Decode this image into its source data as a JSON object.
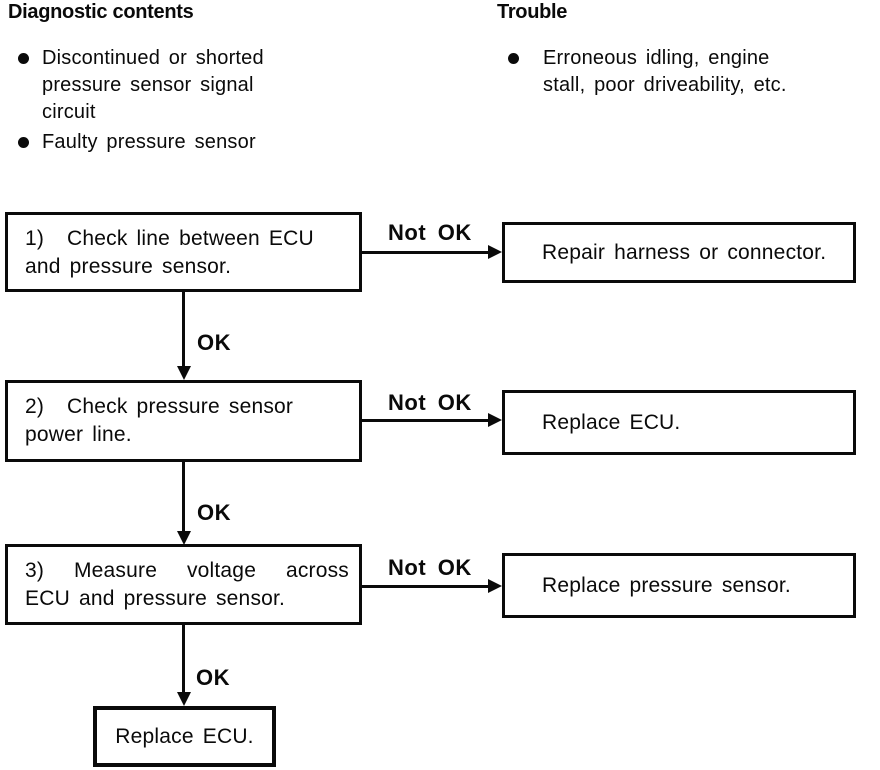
{
  "diagnostic_contents": {
    "title": "Diagnostic contents",
    "items": [
      "Discontinued or shorted pressure sensor signal circuit",
      "Faulty pressure sensor"
    ]
  },
  "trouble": {
    "title": "Trouble",
    "items": [
      "Erroneous idling, engine stall, poor driveability, etc."
    ]
  },
  "flowchart": {
    "ok_label": "OK",
    "not_ok_label": "Not OK",
    "steps": [
      {
        "num": "1)",
        "line1": "Check line between ECU",
        "line2": "and pressure sensor.",
        "not_ok_action": "Repair harness or connector."
      },
      {
        "num": "2)",
        "line1": "Check pressure sensor",
        "line2": "power line.",
        "not_ok_action": "Replace ECU."
      },
      {
        "num": "3)",
        "line1": "Measure voltage across",
        "line2": "ECU and pressure sensor.",
        "not_ok_action": "Replace pressure sensor."
      }
    ],
    "final_action": "Replace ECU."
  },
  "colors": {
    "ink": "#0a0a0a",
    "background": "#ffffff"
  }
}
